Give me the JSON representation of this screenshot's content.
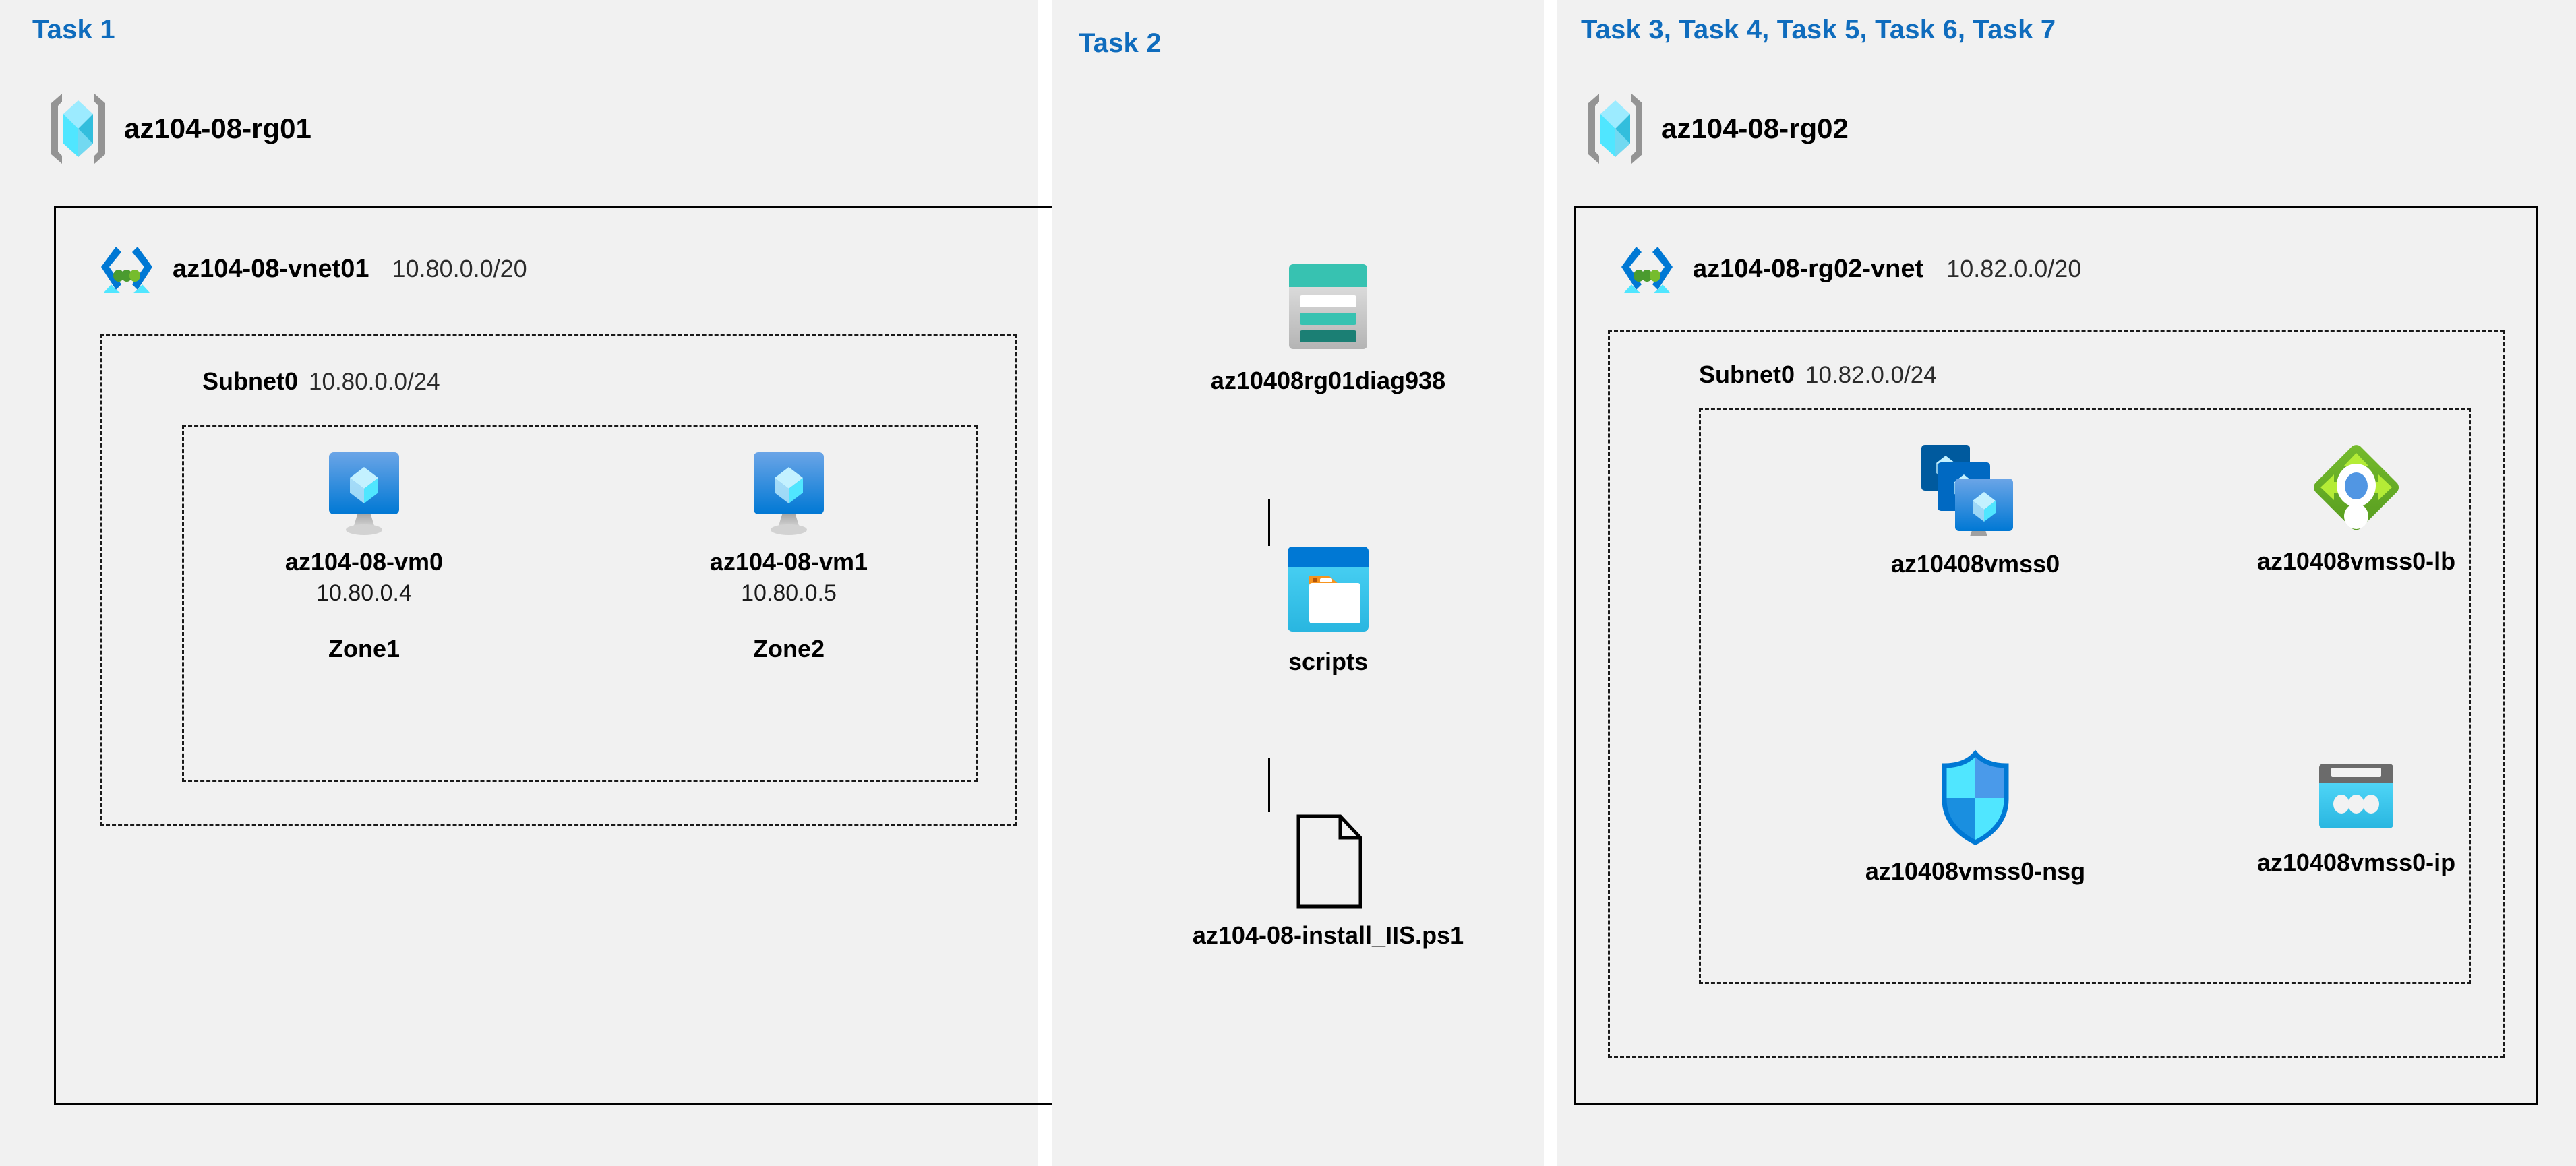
{
  "diagram": {
    "title": "Azure AZ-104 Module 08 lab architecture",
    "colors": {
      "task_label": "#0f6cbd",
      "panel_bg": "#f1f1f1",
      "vm_blue": "#0078d4",
      "lb_green": "#5ea700",
      "storage_teal": "#37c2b1",
      "nsg_cyan": "#32d4f5",
      "ip_cyan": "#32d4f5"
    }
  },
  "panels": [
    {
      "id": "task1",
      "label": "Task 1"
    },
    {
      "id": "task2",
      "label": "Task 2"
    },
    {
      "id": "task3",
      "label": "Task 3, Task 4, Task 5, Task 6, Task 7"
    }
  ],
  "resource_groups": [
    {
      "name": "az104-08-rg01",
      "icon": "resource-group-icon"
    },
    {
      "name": "az104-08-rg02",
      "icon": "resource-group-icon"
    }
  ],
  "vnets": [
    {
      "name": "az104-08-vnet01",
      "cidr": "10.80.0.0/20",
      "icon": "virtual-network-icon"
    },
    {
      "name": "az104-08-rg02-vnet",
      "cidr": "10.82.0.0/20",
      "icon": "virtual-network-icon"
    }
  ],
  "subnets": [
    {
      "name": "Subnet0",
      "cidr": "10.80.0.0/24"
    },
    {
      "name": "Subnet0",
      "cidr": "10.82.0.0/24"
    }
  ],
  "resources": {
    "vm0": {
      "label": "az104-08-vm0",
      "ip": "10.80.0.4",
      "zone": "Zone1",
      "icon": "virtual-machine-icon"
    },
    "vm1": {
      "label": "az104-08-vm1",
      "ip": "10.80.0.5",
      "zone": "Zone2",
      "icon": "virtual-machine-icon"
    },
    "storage": {
      "label": "az10408rg01diag938",
      "icon": "storage-account-icon"
    },
    "scripts": {
      "label": "scripts",
      "icon": "blob-container-icon"
    },
    "psfile": {
      "label": "az104-08-install_IIS.ps1",
      "icon": "file-icon"
    },
    "vmss": {
      "label": "az10408vmss0",
      "icon": "vm-scale-set-icon"
    },
    "lb": {
      "label": "az10408vmss0-lb",
      "icon": "load-balancer-icon"
    },
    "nsg": {
      "label": "az10408vmss0-nsg",
      "icon": "network-security-group-icon"
    },
    "ip": {
      "label": "az10408vmss0-ip",
      "icon": "public-ip-address-icon"
    }
  }
}
